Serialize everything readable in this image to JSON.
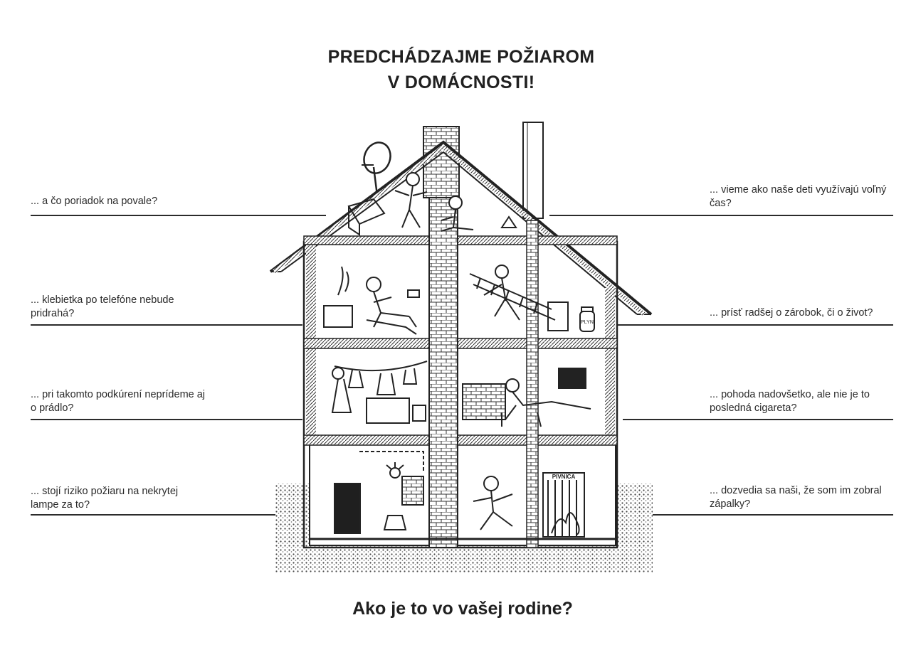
{
  "title": {
    "line1": "PREDCHÁDZAJME POŽIAROM",
    "line2": "V DOMÁCNOSTI!"
  },
  "captions": {
    "left": [
      {
        "line1": "... a čo poriadok na povale?",
        "line2": ""
      },
      {
        "line1": "... klebietka po telefóne nebude",
        "line2": "pridrahá?"
      },
      {
        "line1": "... pri takomto podkúrení neprídeme aj",
        "line2": "o prádlo?"
      },
      {
        "line1": "... stojí riziko požiaru na nekrytej",
        "line2": "lampe za to?"
      }
    ],
    "right": [
      {
        "line1": "... vieme ako naše deti využívajú voľný",
        "line2": "čas?"
      },
      {
        "line1": "... prísť radšej o zárobok, či o život?",
        "line2": ""
      },
      {
        "line1": "... pohoda nadovšetko, ale nie je to",
        "line2": "posledná cigareta?"
      },
      {
        "line1": "... dozvedia sa naši, že som im zobral",
        "line2": "zápalky?"
      }
    ]
  },
  "house": {
    "gas_bottle_label": "PLYN",
    "cellar_sign": "PIVNICA"
  },
  "footer": "Ako je to vo vašej rodine?"
}
